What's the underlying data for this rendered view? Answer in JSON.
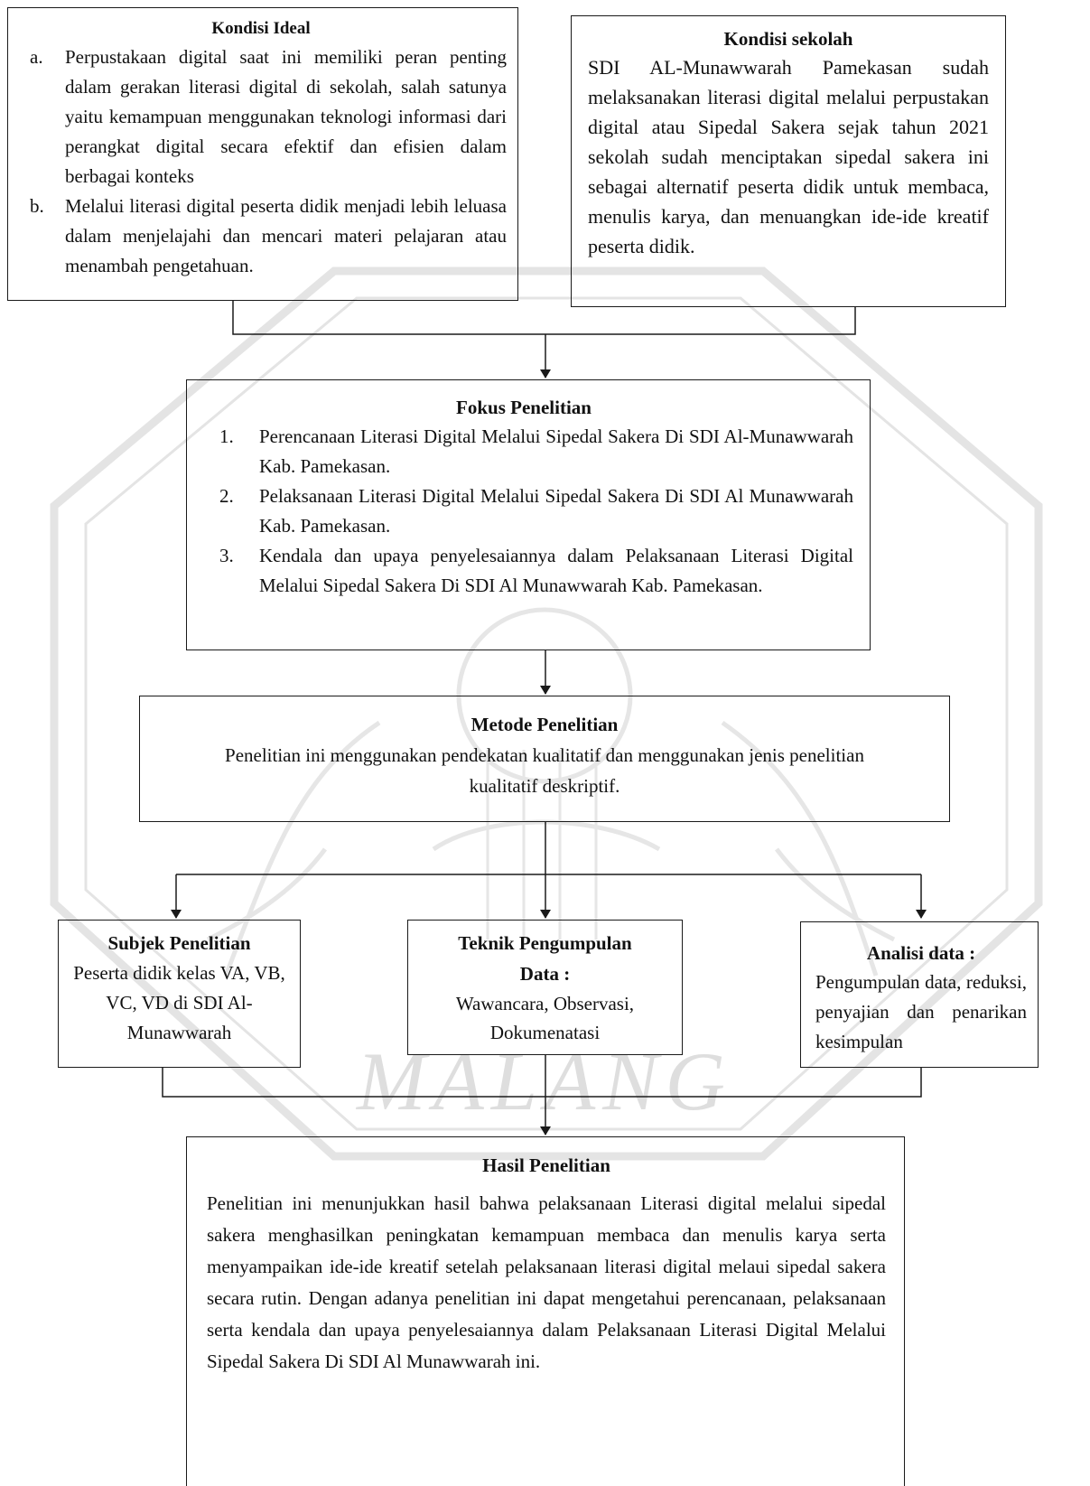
{
  "kondisi_ideal": {
    "title": "Kondisi Ideal",
    "items": [
      {
        "marker": "a.",
        "text": "Perpustakaan digital saat ini memiliki peran penting dalam gerakan literasi digital di sekolah, salah satunya yaitu kemampuan menggunakan teknologi informasi dari perangkat digital secara efektif dan efisien dalam berbagai konteks"
      },
      {
        "marker": "b.",
        "text": "Melalui literasi digital peserta didik menjadi lebih leluasa dalam menjelajahi dan mencari materi pelajaran atau menambah pengetahuan."
      }
    ]
  },
  "kondisi_sekolah": {
    "title": "Kondisi sekolah",
    "text": "SDI AL-Munawwarah Pamekasan sudah melaksanakan literasi digital melalui perpustakan digital atau Sipedal Sakera sejak tahun 2021 sekolah sudah menciptakan sipedal sakera ini sebagai alternatif peserta didik untuk membaca, menulis karya, dan menuangkan ide-ide kreatif peserta didik."
  },
  "fokus_penelitian": {
    "title": "Fokus Penelitian",
    "items": [
      {
        "marker": "1.",
        "text": "Perencanaan Literasi Digital Melalui Sipedal Sakera Di SDI Al-Munawwarah Kab. Pamekasan."
      },
      {
        "marker": "2.",
        "text": "Pelaksanaan Literasi Digital Melalui Sipedal Sakera Di SDI Al Munawwarah Kab. Pamekasan."
      },
      {
        "marker": "3.",
        "text": "Kendala dan upaya penyelesaiannya dalam Pelaksanaan Literasi Digital Melalui Sipedal Sakera Di SDI Al Munawwarah Kab. Pamekasan."
      }
    ]
  },
  "metode_penelitian": {
    "title": "Metode Penelitian",
    "text": "Penelitian ini menggunakan pendekatan kualitatif dan menggunakan jenis penelitian kualitatif deskriptif."
  },
  "subjek_penelitian": {
    "title": "Subjek Penelitian",
    "text": "Peserta didik kelas VA, VB, VC, VD di SDI Al-Munawwarah"
  },
  "teknik_pengumpulan": {
    "title": "Teknik Pengumpulan Data :",
    "text": "Wawancara, Observasi, Dokumenatasi"
  },
  "analisi_data": {
    "title": "Analisi data :",
    "text": "Pengumpulan data, reduksi, penyajian dan penarikan kesimpulan"
  },
  "hasil_penelitian": {
    "title": "Hasil Penelitian",
    "text": "Penelitian ini menunjukkan hasil bahwa pelaksanaan Literasi digital melalui sipedal sakera menghasilkan peningkatan kemampuan membaca dan menulis karya serta menyampaikan ide-ide kreatif setelah pelaksanaan literasi digital melaui sipedal sakera secara rutin. Dengan adanya penelitian ini dapat mengetahui perencanaan, pelaksanaan serta kendala dan upaya penyelesaiannya dalam Pelaksanaan Literasi Digital Melalui Sipedal Sakera Di SDI Al Munawwarah ini."
  },
  "watermark": {
    "text": "MALANG",
    "color": "#dcdcdc"
  },
  "colors": {
    "line": "#1a1a1a",
    "text": "#111111"
  }
}
